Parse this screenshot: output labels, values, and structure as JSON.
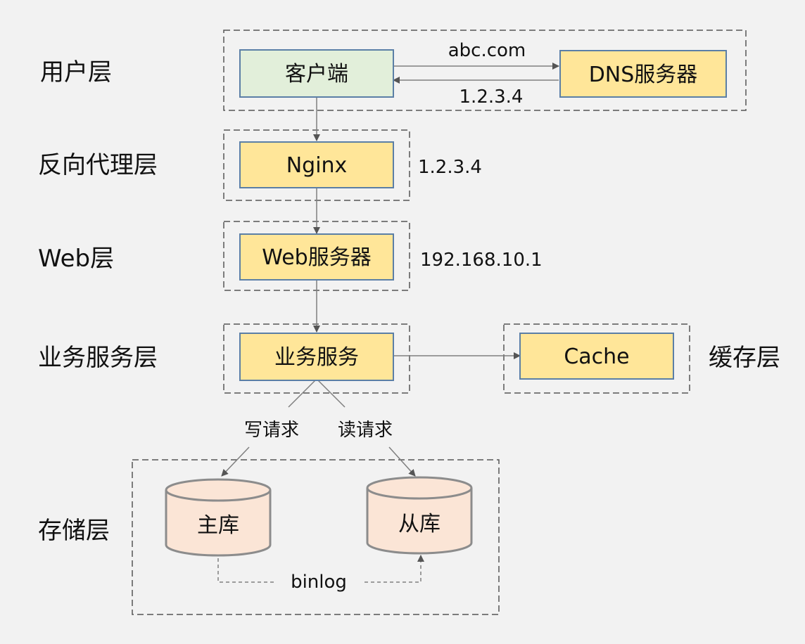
{
  "colors": {
    "background": "#f2f2f2",
    "yellow_fill": "#ffe699",
    "blue_stroke": "#5b7fa6",
    "green_fill": "#e2efda",
    "db_fill": "#fbe5d6",
    "db_stroke": "#8c8c8c",
    "edge": "#7f7f7f",
    "dashed_group": "#555555"
  },
  "layers": {
    "user": "用户层",
    "proxy": "反向代理层",
    "web": "Web层",
    "service": "业务服务层",
    "cache": "缓存层",
    "storage": "存储层"
  },
  "nodes": {
    "client": "客户端",
    "dns": "DNS服务器",
    "nginx": "Nginx",
    "web_server": "Web服务器",
    "business_service": "业务服务",
    "cache": "Cache",
    "master_db": "主库",
    "slave_db": "从库"
  },
  "edges": {
    "dns_query": "abc.com",
    "dns_reply": "1.2.3.4",
    "write_request": "写请求",
    "read_request": "读请求",
    "replication": "binlog"
  },
  "annotations": {
    "nginx_ip": "1.2.3.4",
    "web_ip": "192.168.10.1"
  }
}
